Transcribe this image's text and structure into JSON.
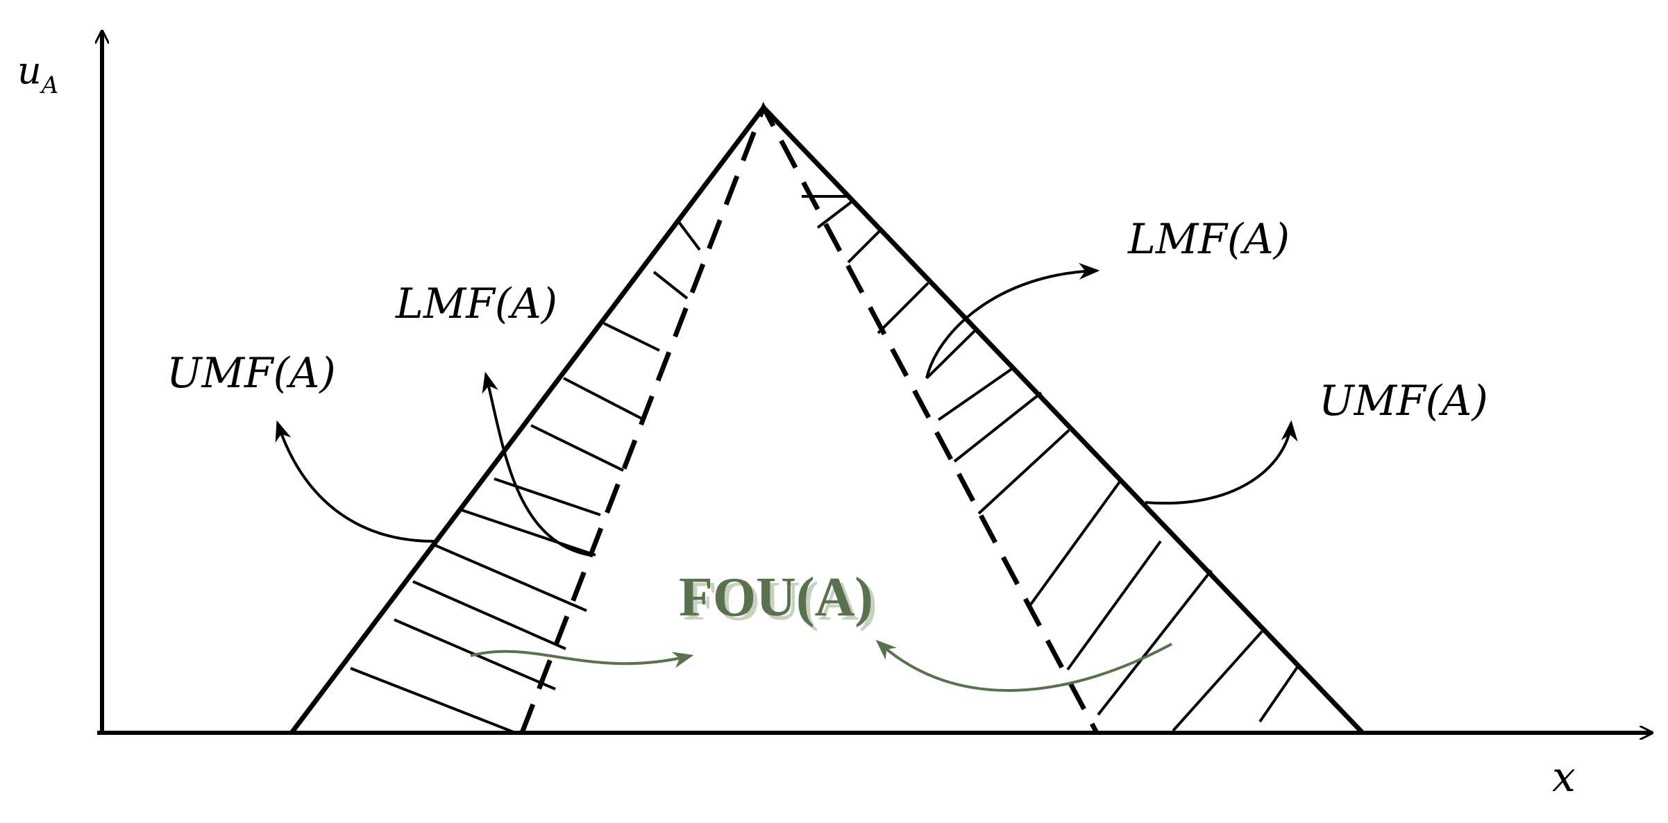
{
  "axes": {
    "y_label_main": "u",
    "y_label_sub": "A",
    "x_label": "x"
  },
  "labels": {
    "umf_left": "UMF(A)",
    "lmf_left": "LMF(A)",
    "lmf_right": "LMF(A)",
    "umf_right": "UMF(A)",
    "fou": "FOU(A)"
  },
  "colors": {
    "ink": "#000000",
    "fou": "#5a7150",
    "fou_shadow": "#c8d0c0"
  }
}
